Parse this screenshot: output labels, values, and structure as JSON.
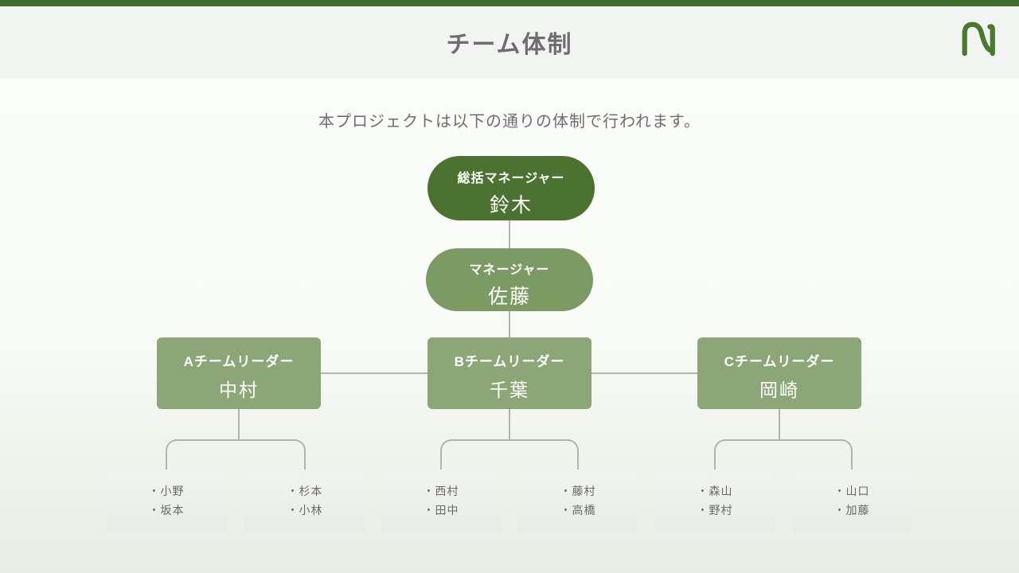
{
  "slide": {
    "title": "チーム体制",
    "intro": "本プロジェクトは以下の通りの体制で行われます。"
  },
  "org_chart": {
    "top": {
      "role": "総括マネージャー",
      "name": "鈴木"
    },
    "second": {
      "role": "マネージャー",
      "name": "佐藤"
    },
    "leaders": [
      {
        "role": "Aチームリーダー",
        "name": "中村"
      },
      {
        "role": "Bチームリーダー",
        "name": "千葉"
      },
      {
        "role": "Cチームリーダー",
        "name": "岡崎"
      }
    ],
    "member_boxes": [
      {
        "lines": [
          "・小野",
          "・坂本"
        ]
      },
      {
        "lines": [
          "・杉本",
          "・小林"
        ]
      },
      {
        "lines": [
          "・西村",
          "・田中"
        ]
      },
      {
        "lines": [
          "・藤村",
          "・高橋"
        ]
      },
      {
        "lines": [
          "・森山",
          "・野村"
        ]
      },
      {
        "lines": [
          "・山口",
          "・加藤"
        ]
      }
    ]
  },
  "colors": {
    "top_bar": "#3f6b2b",
    "logo": "#4a7a30",
    "level1_fill": "#4b7231",
    "level2_fill": "#7c9a64",
    "level3_fill": "#8ca678",
    "member_box_fill": "#edf0ea",
    "connector": "#b2b4af",
    "header_bg": "#f2f4f1",
    "text_gray": "#6b6b6b"
  }
}
